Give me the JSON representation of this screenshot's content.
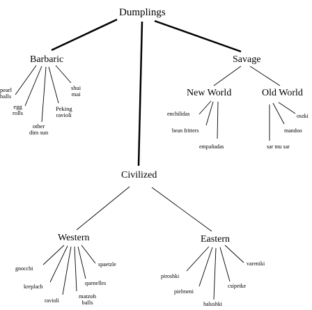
{
  "diagram": {
    "root": "Dumplings",
    "barbaric": {
      "label": "Barbaric",
      "children": [
        "pearl\nballs",
        "egg\nrolls",
        "other\ndim sun",
        "Peking\nravioli",
        "shui\nmai"
      ]
    },
    "savage": {
      "label": "Savage",
      "new_world": {
        "label": "New World",
        "children": [
          "enchilidas",
          "bean fritters",
          "empañadas"
        ]
      },
      "old_world": {
        "label": "Old World",
        "children": [
          "oszki",
          "mandoo",
          "sar mu sar"
        ]
      }
    },
    "civilized": {
      "label": "Civilized",
      "western": {
        "label": "Western",
        "children": [
          "gnocchi",
          "kreplach",
          "ravioli",
          "matzoh\nballs",
          "quenelles",
          "spaetzle"
        ]
      },
      "eastern": {
        "label": "Eastern",
        "children": [
          "piroshki",
          "pielmeni",
          "halushki",
          "csipetke",
          "vareniki"
        ]
      }
    }
  }
}
